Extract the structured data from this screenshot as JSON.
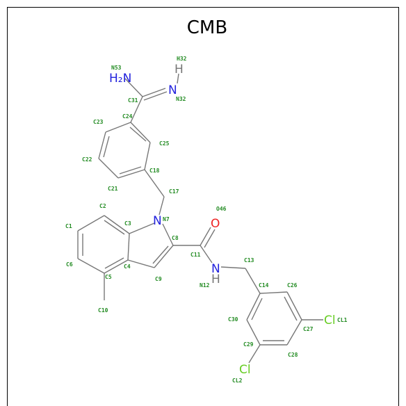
{
  "title": "CMB",
  "colors": {
    "bond": "#777777",
    "carbon_label": "#228b22",
    "nitrogen": "#2222dd",
    "oxygen": "#ee2222",
    "chlorine": "#66cc22",
    "hydrogen": "#777777"
  },
  "atoms": [
    {
      "id": "N53",
      "element": "N"
    },
    {
      "id": "H32",
      "element": "H"
    },
    {
      "id": "N32",
      "element": "N"
    },
    {
      "id": "C31",
      "element": "C"
    },
    {
      "id": "C24",
      "element": "C"
    },
    {
      "id": "C23",
      "element": "C"
    },
    {
      "id": "C25",
      "element": "C"
    },
    {
      "id": "C22",
      "element": "C"
    },
    {
      "id": "C18",
      "element": "C"
    },
    {
      "id": "C21",
      "element": "C"
    },
    {
      "id": "C17",
      "element": "C"
    },
    {
      "id": "C2",
      "element": "C"
    },
    {
      "id": "N7",
      "element": "N"
    },
    {
      "id": "O46",
      "element": "O"
    },
    {
      "id": "C1",
      "element": "C"
    },
    {
      "id": "C3",
      "element": "C"
    },
    {
      "id": "C8",
      "element": "C"
    },
    {
      "id": "C11",
      "element": "C"
    },
    {
      "id": "C6",
      "element": "C"
    },
    {
      "id": "C4",
      "element": "C"
    },
    {
      "id": "C13",
      "element": "C"
    },
    {
      "id": "C5",
      "element": "C"
    },
    {
      "id": "C9",
      "element": "C"
    },
    {
      "id": "N12",
      "element": "N"
    },
    {
      "id": "C14",
      "element": "C"
    },
    {
      "id": "C26",
      "element": "C"
    },
    {
      "id": "C10",
      "element": "C"
    },
    {
      "id": "C30",
      "element": "C"
    },
    {
      "id": "C27",
      "element": "C"
    },
    {
      "id": "CL1",
      "element": "Cl"
    },
    {
      "id": "C29",
      "element": "C"
    },
    {
      "id": "C28",
      "element": "C"
    },
    {
      "id": "CL2",
      "element": "Cl"
    }
  ],
  "atom_symbols": {
    "N53": "H₂N",
    "N32": "N",
    "H32": "H",
    "N7": "N",
    "O46": "O",
    "N12": "N",
    "H12": "H",
    "CL1": "Cl",
    "CL2": "Cl"
  }
}
